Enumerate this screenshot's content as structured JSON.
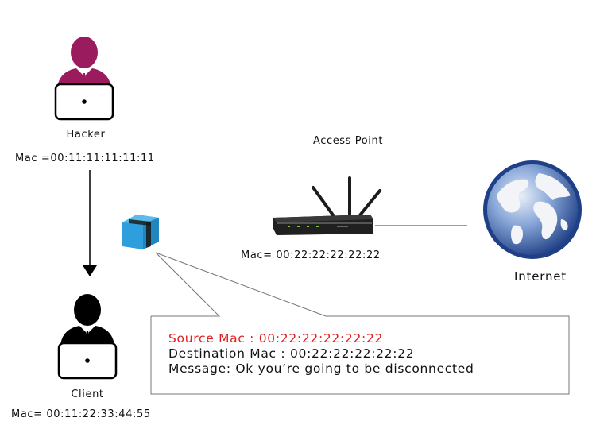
{
  "hacker": {
    "label": "Hacker",
    "mac": "Mac =00:11:11:11:11:11",
    "color": "#9a1b5e"
  },
  "client": {
    "label": "Client",
    "mac": "Mac= 00:11:22:33:44:55",
    "color": "#000000"
  },
  "access_point": {
    "label": "Access Point",
    "mac": "Mac= 00:22:22:22:22:22"
  },
  "internet": {
    "label": "Internet"
  },
  "packet": {
    "color": "#2e9fdc",
    "lines": {
      "source": "Source Mac : 00:22:22:22:22:22",
      "destination": "Destination Mac : 00:22:22:22:22:22",
      "message": "Message: Ok you’re going to be disconnected"
    },
    "source_color": "#e02020"
  },
  "colors": {
    "link_line": "#2b6fa0",
    "arrow": "#000000",
    "callout_border": "#777777"
  }
}
